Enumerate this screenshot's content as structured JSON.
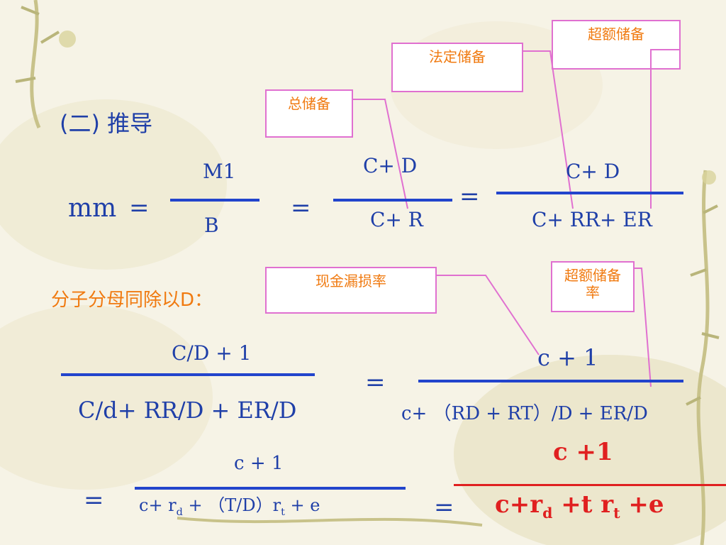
{
  "heading": "(二) 推导",
  "mm_label": "mm",
  "equals": "=",
  "callouts": {
    "excess_reserve": "超额储备",
    "legal_reserve": "法定储备",
    "total_reserve": "总储备",
    "cash_leakage_rate": "现金漏损率",
    "excess_reserve_rate": "超额储备率"
  },
  "step_note": "分子分母同除以D：",
  "row1": {
    "frac1_num": "M1",
    "frac1_den": "B",
    "frac2_num": "C+ D",
    "frac2_den": "C+ R",
    "frac3_num": "C+ D",
    "frac3_den": "C+ RR+ ER"
  },
  "row2": {
    "frac1_num": "C/D +  1",
    "frac1_den": "C/d+  RR/D +  ER/D",
    "frac2_num": "c + 1",
    "frac2_den": "c+ （RD + RT）/D +  ER/D"
  },
  "row3": {
    "frac1_num": "c + 1",
    "frac1_den_pre": "c+ r",
    "frac1_den_sub1": "d",
    "frac1_den_mid": " +  （T/D）r",
    "frac1_den_sub2": "t",
    "frac1_den_post": " + e",
    "frac2_num": "c +1",
    "frac2_den_pre": "c+r",
    "frac2_den_sub1": "d",
    "frac2_den_mid": " +t r",
    "frac2_den_sub2": "t",
    "frac2_den_post": " +e"
  },
  "colors": {
    "formula_blue": "#1f3fa8",
    "annotation_orange": "#f07a10",
    "callout_border": "#e070d0",
    "highlight_red": "#e02020",
    "fraction_bar": "#2244cc"
  }
}
